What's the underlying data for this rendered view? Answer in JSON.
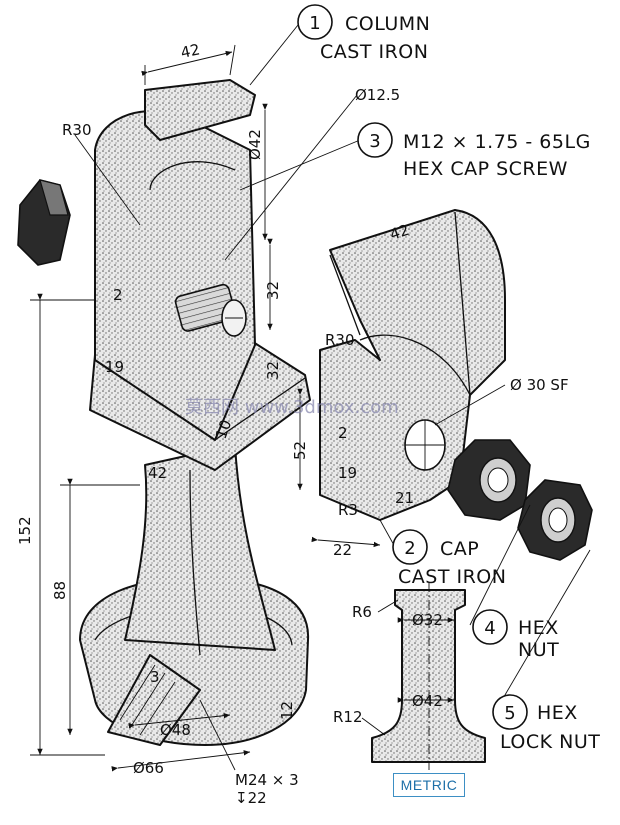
{
  "parts": [
    {
      "number": "1",
      "name": "COLUMN",
      "material": "CAST IRON"
    },
    {
      "number": "2",
      "name": "CAP",
      "material": "CAST IRON"
    },
    {
      "number": "3",
      "name": "M12 × 1.75 - 65LG",
      "material": "HEX CAP SCREW"
    },
    {
      "number": "4",
      "name": "HEX",
      "material": "NUT"
    },
    {
      "number": "5",
      "name": "HEX",
      "material": "LOCK NUT"
    }
  ],
  "dimensions": {
    "d42_top": "42",
    "r30_col": "R30",
    "phi12_5": "Ø12.5",
    "phi42_side": "Ø42",
    "d2_a": "2",
    "d32_a": "32",
    "d19_a": "19",
    "d32_b": "32",
    "d10": "10",
    "d52": "52",
    "d42_neck": "42",
    "d152": "152",
    "d88": "88",
    "d3": "3",
    "phi48": "Ø48",
    "phi66": "Ø66",
    "d12": "12",
    "thread_label": "M24 × 3",
    "thread_depth": "↧22",
    "cap_42": "42",
    "cap_r30": "R30",
    "phi30sf": "Ø 30 SF",
    "cap_2": "2",
    "cap_19": "19",
    "cap_21": "21",
    "cap_r3": "R3",
    "cap_22": "22",
    "sec_r6": "R6",
    "sec_phi32": "Ø32",
    "sec_phi42": "Ø42",
    "sec_r12": "R12"
  },
  "units_label": "METRIC",
  "watermark": "莫西网 www.3dmox.com"
}
